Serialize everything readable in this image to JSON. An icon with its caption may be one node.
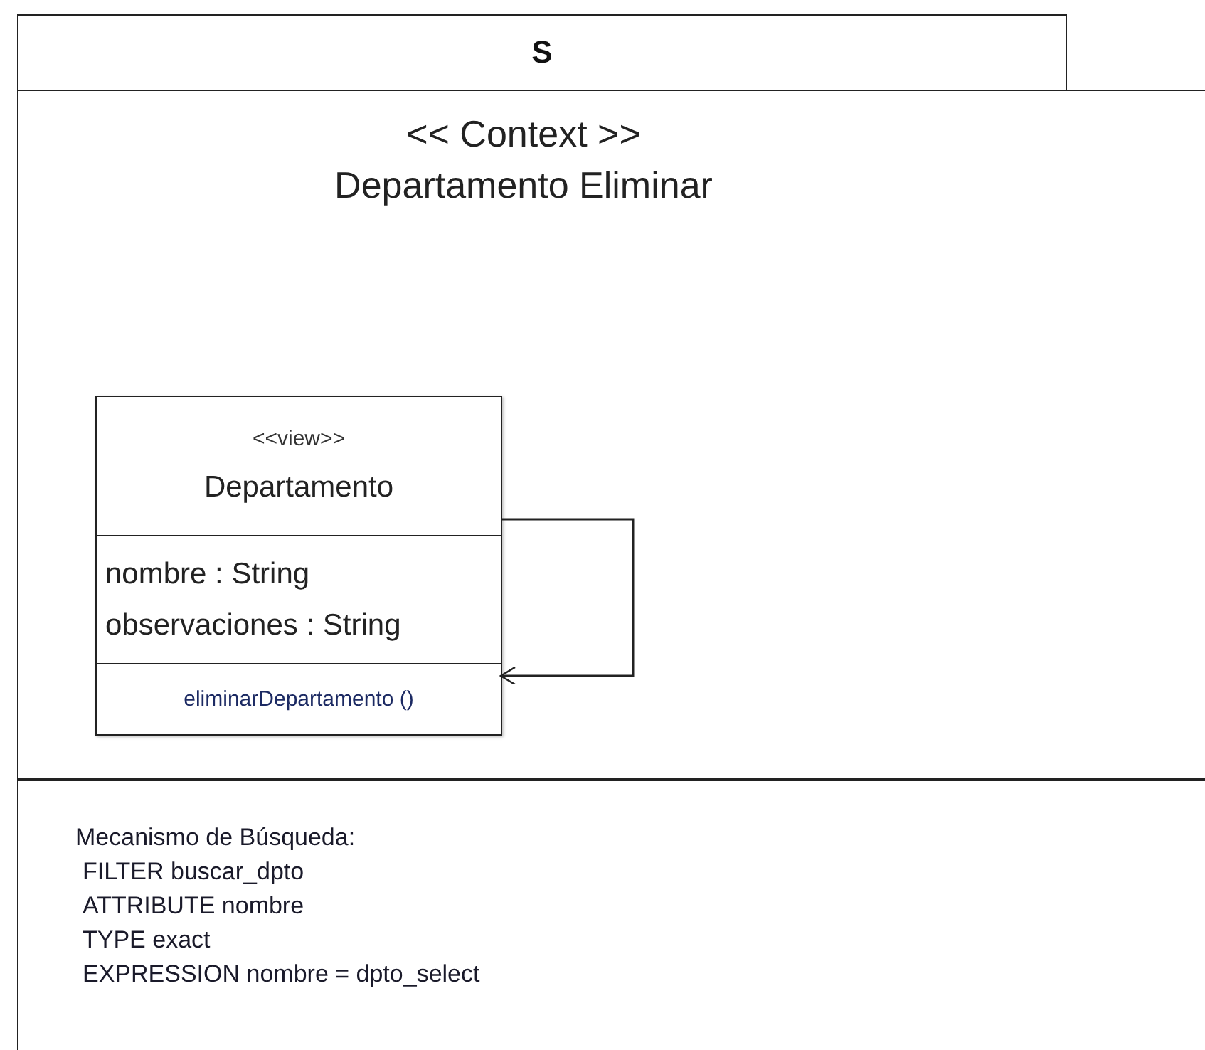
{
  "diagram": {
    "nodes": [
      {
        "text": [
          "S"
        ]
      },
      {
        "text": [
          "<< Context >>",
          "Departamento Eliminar"
        ]
      },
      {
        "text": [
          "<<view>>",
          "Departamento",
          "nombre : String",
          "observaciones : String",
          "eliminarDepartamento ()"
        ],
        "in": 1
      },
      {
        "text": [
          "Mecanismo de Búsqueda:",
          "FILTER buscar_dpto",
          "ATTRIBUTE nombre",
          "TYPE exact",
          "EXPRESSION nombre = dpto_select"
        ]
      }
    ],
    "edges": [
      {
        "from": 2,
        "to": 2,
        "arrow": "to"
      }
    ]
  }
}
